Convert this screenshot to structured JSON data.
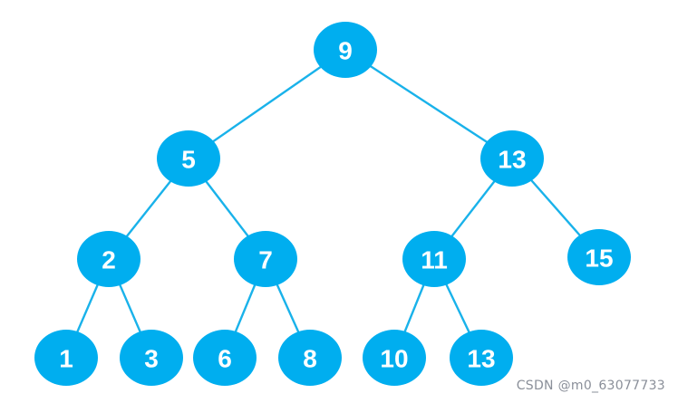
{
  "tree": {
    "nodes": [
      {
        "id": "n9",
        "label": "9",
        "parent": null
      },
      {
        "id": "n5",
        "label": "5",
        "parent": "n9"
      },
      {
        "id": "n13a",
        "label": "13",
        "parent": "n9"
      },
      {
        "id": "n2",
        "label": "2",
        "parent": "n5"
      },
      {
        "id": "n7",
        "label": "7",
        "parent": "n5"
      },
      {
        "id": "n11",
        "label": "11",
        "parent": "n13a"
      },
      {
        "id": "n15",
        "label": "15",
        "parent": "n13a"
      },
      {
        "id": "n1",
        "label": "1",
        "parent": "n2"
      },
      {
        "id": "n3",
        "label": "3",
        "parent": "n2"
      },
      {
        "id": "n6",
        "label": "6",
        "parent": "n7"
      },
      {
        "id": "n8",
        "label": "8",
        "parent": "n7"
      },
      {
        "id": "n10",
        "label": "10",
        "parent": "n11"
      },
      {
        "id": "n13b",
        "label": "13",
        "parent": "n11"
      }
    ]
  },
  "colors": {
    "node_fill": "#00aeef",
    "edge": "#19b2ea",
    "label": "#ffffff"
  },
  "watermark": {
    "text": "CSDN @m0_63077733"
  }
}
